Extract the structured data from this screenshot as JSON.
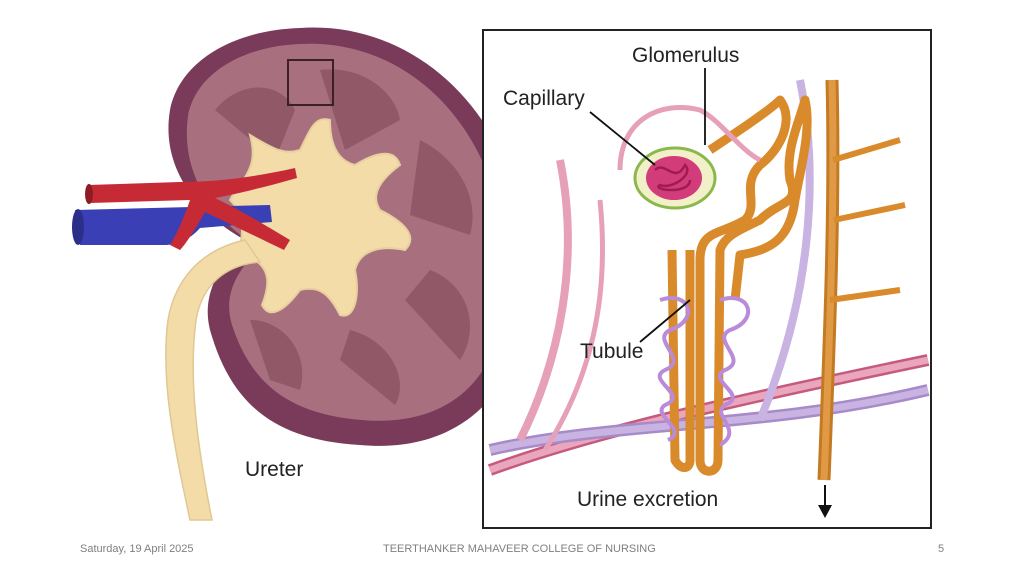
{
  "diagram": {
    "labels": {
      "glomerulus": "Glomerulus",
      "capillary": "Capillary",
      "tubule": "Tubule",
      "ureter": "Ureter",
      "urine_excretion": "Urine excretion"
    }
  },
  "footer": {
    "date": "Saturday, 19 April 2025",
    "organization": "TEERTHANKER MAHAVEER COLLEGE OF NURSING",
    "page_number": "5"
  },
  "colors": {
    "kidney_capsule": "#7a3a5a",
    "kidney_cortex": "#a8707f",
    "renal_pelvis": "#f3dca8",
    "artery": "#c62a35",
    "vein": "#3b3fb5",
    "tubule": "#d98a2b",
    "capillary_vessel": "#e6a0b8",
    "footer_text": "#7f7f7f"
  }
}
